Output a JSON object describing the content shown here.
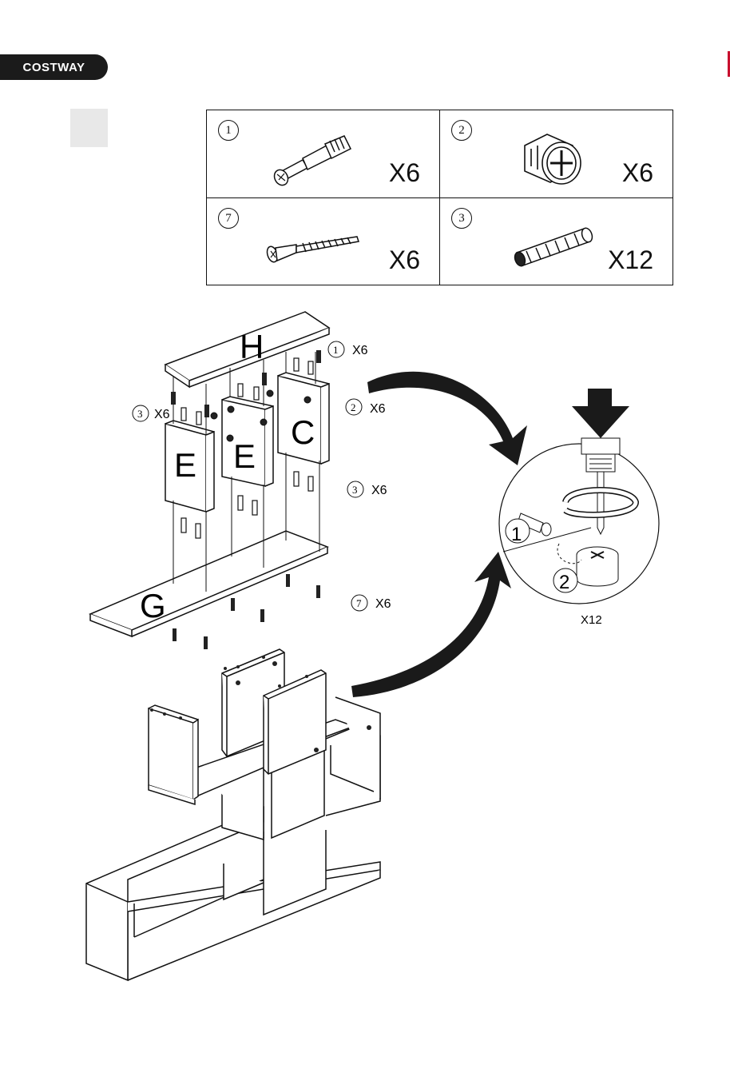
{
  "header": {
    "brand": "COSTWAY"
  },
  "parts": [
    {
      "number": "1",
      "quantity": "X6",
      "icon": "cam-bolt-icon"
    },
    {
      "number": "2",
      "quantity": "X6",
      "icon": "cam-lock-icon"
    },
    {
      "number": "7",
      "quantity": "X6",
      "icon": "screw-icon"
    },
    {
      "number": "3",
      "quantity": "X12",
      "icon": "wooden-dowel-icon"
    }
  ],
  "diagram": {
    "panels": {
      "top": "H",
      "bottom": "G",
      "left_divider": "E",
      "mid_divider": "E",
      "right_divider": "C"
    },
    "callouts": [
      {
        "number": "1",
        "quantity": "X6"
      },
      {
        "number": "2",
        "quantity": "X6"
      },
      {
        "number": "3",
        "quantity": "X6"
      },
      {
        "number": "3",
        "quantity": "X6"
      },
      {
        "number": "7",
        "quantity": "X6"
      }
    ],
    "detail": {
      "bolt_label": "1",
      "lock_label": "2",
      "quantity": "X12"
    }
  },
  "colors": {
    "brand_bg": "#1b1b1b",
    "accent": "#c8102e",
    "ink": "#111111"
  }
}
